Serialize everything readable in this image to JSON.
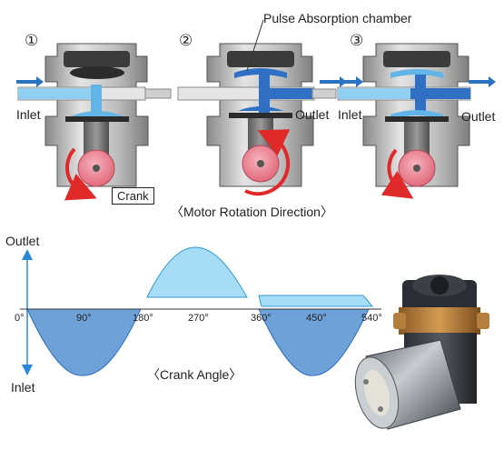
{
  "pump": {
    "step_numbers": [
      "①",
      "②",
      "③"
    ],
    "callout": "Pulse Absorption chamber",
    "inlet_label": "Inlet",
    "outlet_label": "Outlet",
    "crank_label": "Crank",
    "rotation_caption": "〈Motor Rotation Direction〉"
  },
  "graph": {
    "y_top": "Outlet",
    "y_bottom": "Inlet",
    "x_caption": "〈Crank Angle〉",
    "ticks": [
      "0°",
      "90°",
      "180°",
      "270°",
      "360°",
      "450°",
      "540°"
    ]
  },
  "colors": {
    "fluid_in": "#63b4e6",
    "fluid_out": "#2f6fc4",
    "curve_fill_top": "#a6dcf5",
    "curve_fill_bottom": "#6fa1d9",
    "crank": "#ef8695",
    "arrow_red": "#e02a2a",
    "axis": "#2a86d6"
  }
}
